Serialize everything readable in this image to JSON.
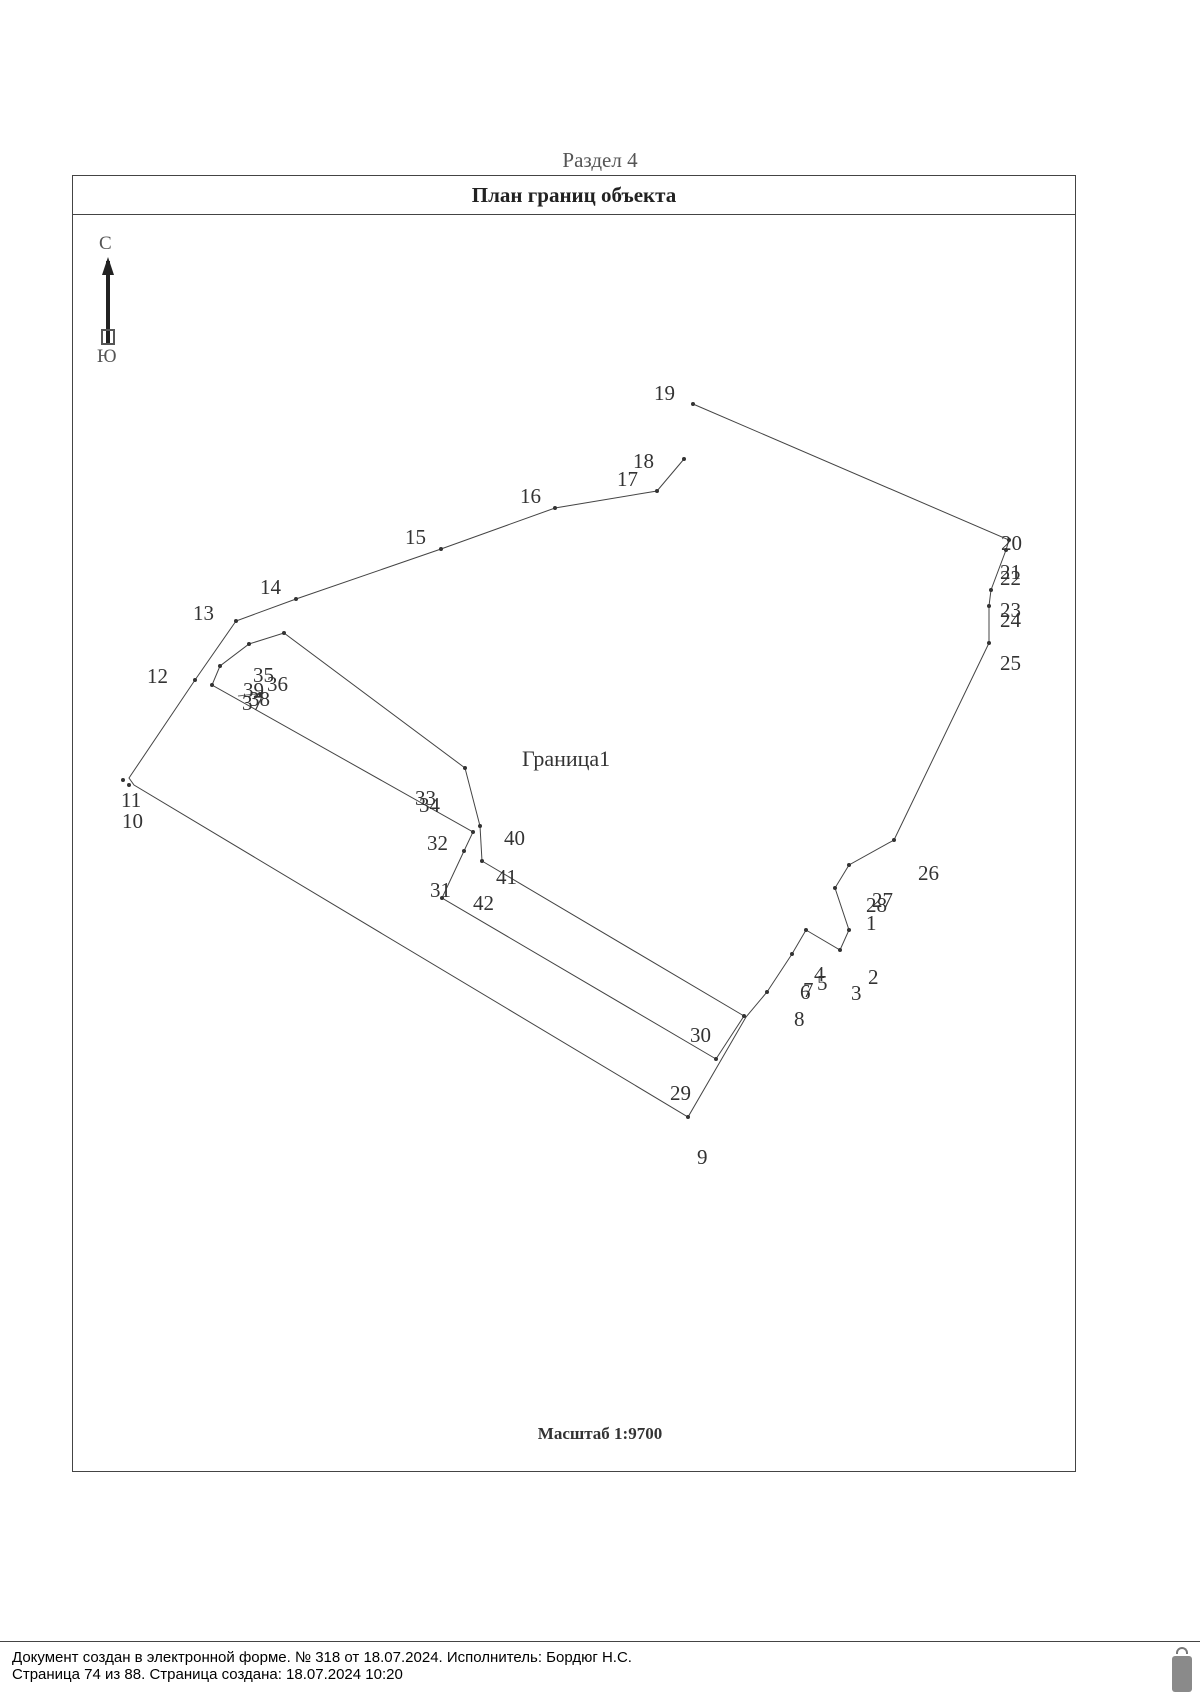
{
  "section_title": "Раздел 4",
  "plan_title": "План границ объекта",
  "compass": {
    "north": "С",
    "south": "Ю"
  },
  "boundary_label": "Граница1",
  "scale": "Масштаб 1:9700",
  "points": [
    "1",
    "2",
    "3",
    "4",
    "5",
    "6",
    "7",
    "8",
    "9",
    "10",
    "11",
    "12",
    "13",
    "14",
    "15",
    "16",
    "17",
    "18",
    "19",
    "20",
    "21",
    "22",
    "23",
    "24",
    "25",
    "26",
    "27",
    "28",
    "29",
    "30",
    "31",
    "32",
    "33",
    "34",
    "35",
    "36",
    "37",
    "38",
    "39",
    "40",
    "41",
    "42"
  ],
  "footer": {
    "line1": "Документ создан в электронной форме. № 318 от 18.07.2024. Исполнитель: Бордюг Н.С.",
    "line2": "Страница 74 из 88. Страница создана: 18.07.2024 10:20"
  }
}
